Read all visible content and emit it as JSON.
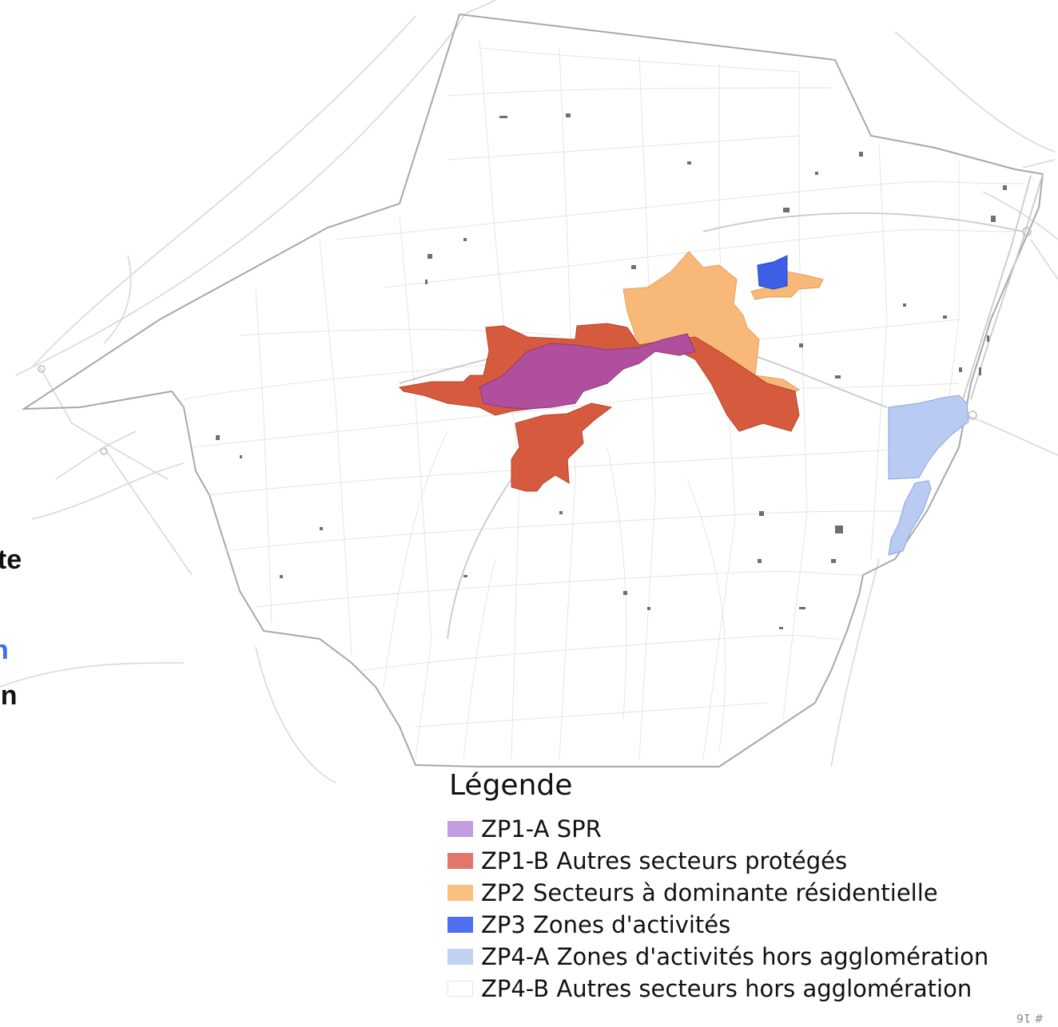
{
  "cut_text": {
    "line1": "lite",
    "line2": "n",
    "line3": "on"
  },
  "legend": {
    "title": "Légende",
    "items": [
      {
        "code": "zp1-a",
        "label": "ZP1-A SPR",
        "color": "#c39be0"
      },
      {
        "code": "zp1-b",
        "label": "ZP1-B Autres secteurs protégés",
        "color": "#e3766b"
      },
      {
        "code": "zp2",
        "label": "ZP2 Secteurs à dominante résidentielle",
        "color": "#fbbf7f"
      },
      {
        "code": "zp3",
        "label": "ZP3 Zones d'activités",
        "color": "#4f6ff2"
      },
      {
        "code": "zp4-a",
        "label": "ZP4-A Zones d'activités hors agglomération",
        "color": "#c2d1f1"
      },
      {
        "code": "zp4-b",
        "label": "ZP4-B Autres secteurs hors agglomération",
        "color": "#ffffff"
      }
    ]
  },
  "page_number": "# 16",
  "colors": {
    "zp1a_fill": "#b04f9e",
    "zp1b_fill": "#d65a3e",
    "zp2_fill": "#f8b878",
    "zp3_fill": "#3d5fe6",
    "zp4a_fill": "#b9cbf2",
    "boundary": "#a8a8a8",
    "roads": "#d8d8d8"
  }
}
